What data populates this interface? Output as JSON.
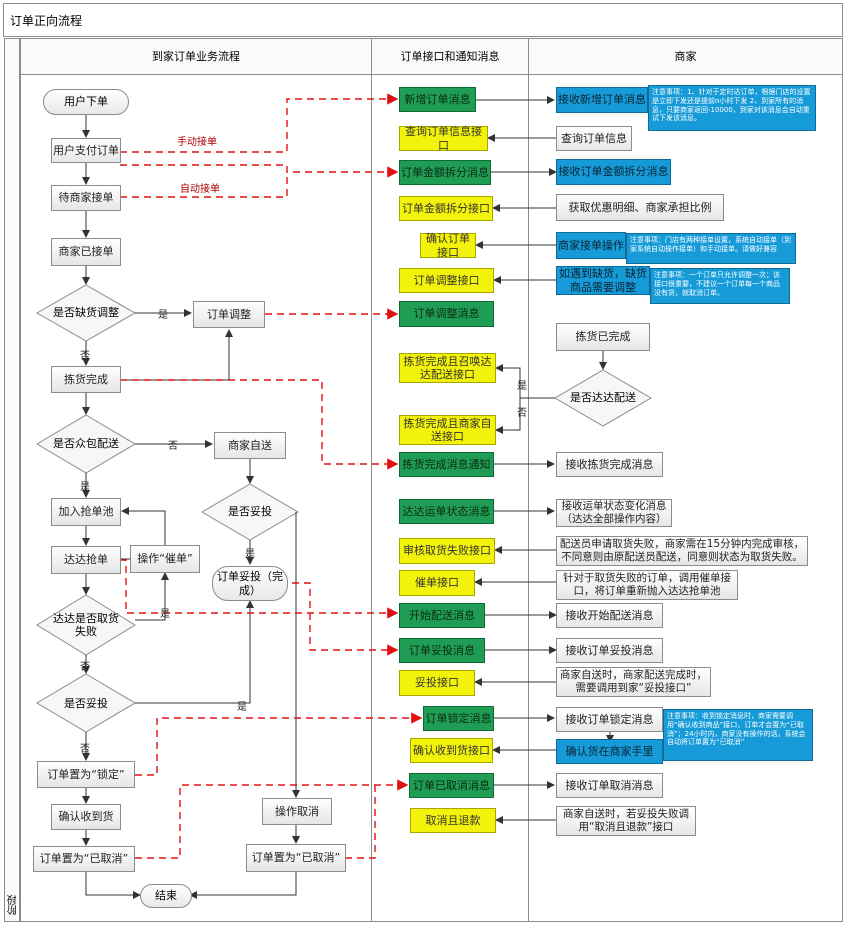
{
  "title": "订单正向流程",
  "phase_label": "阶段",
  "lanes": {
    "left": "到家订单业务流程",
    "middle": "订单接口和通知消息",
    "right": "商家"
  },
  "left": {
    "user_order": "用户下单",
    "user_pay": "用户支付订单",
    "wait_accept": "待商家接单",
    "accepted": "商家已接单",
    "is_shortage": "是否缺货调整",
    "order_adjust": "订单调整",
    "picked": "拣货完成",
    "is_crowd": "是否众包配送",
    "self_delivery": "商家自送",
    "is_delivered_self": "是否妥投",
    "join_pool": "加入抢单池",
    "dada_grab": "达达抢单",
    "urge_op": "操作“催单”",
    "fail_pick": "达达是否取货失败",
    "delivered_done": "订单妥投（完成）",
    "is_delivered": "是否妥投",
    "set_locked": "订单置为“锁定”",
    "confirm_received": "确认收到货",
    "set_cancel_left": "订单置为“已取消”",
    "op_cancel": "操作取消",
    "set_cancel_mid": "订单置为“已取消”",
    "end": "结束"
  },
  "middle": {
    "new_order_msg": "新增订单消息",
    "query_order_api": "查询订单信息接口",
    "split_msg": "订单金额拆分消息",
    "split_api": "订单金额拆分接口",
    "confirm_api": "确认订单接口",
    "adjust_api": "订单调整接口",
    "adjust_msg": "订单调整消息",
    "pick_call_api": "拣货完成且召唤达达配送接口",
    "pick_self_api": "拣货完成且商家自送接口",
    "pick_done_msg": "拣货完成消息通知",
    "waybill_msg": "达达运单状态消息",
    "review_fail_api": "审核取货失败接口",
    "urge_api": "催单接口",
    "start_delivery_msg": "开始配送消息",
    "delivered_msg": "订单妥投消息",
    "delivered_api": "妥投接口",
    "lock_msg": "订单锁定消息",
    "confirm_goods_api": "确认收到货接口",
    "cancel_msg": "订单已取消消息",
    "cancel_refund": "取消且退款"
  },
  "right": {
    "recv_new": "接收新增订单消息",
    "query_info": "查询订单信息",
    "recv_split": "接收订单金额拆分消息",
    "get_discount": "获取优惠明细、商家承担比例",
    "accept_op": "商家接单操作",
    "if_shortage": "如遇到缺货，缺货商品需要调整",
    "pick_done": "拣货已完成",
    "is_dada": "是否达达配送",
    "recv_pick": "接收拣货完成消息",
    "recv_waybill": "接收运单状态变化消息（达达全部操作内容）",
    "review_text": "配送员申请取货失败，商家需在15分钟内完成审核，不同意则由原配送员配送，同意则状态为取货失败。",
    "urge_text": "针对于取货失败的订单，调用催单接口，将订单重新抛入达达抢单池",
    "recv_start": "接收开始配送消息",
    "recv_delivered": "接收订单妥投消息",
    "self_delivered_text": "商家自送时，商家配送完成时，需要调用到家“妥投接口”",
    "recv_lock": "接收订单锁定消息",
    "confirm_goods": "确认货在商家手里",
    "recv_cancel": "接收订单取消消息",
    "cancel_text": "商家自送时，若妥投失败调用“取消且退款”接口"
  },
  "notes": {
    "n1": "注意事项：1、针对于定时达订单，根据门店的设置是立即下发还是提前n小时下发 2、到家所有的消息，只要商家返回-10000，到家对该消息会自动重试下发该消息。",
    "n2": "注意事项：门店有两种接单设置，系统自动接单（到家系统自动操作接单）和手动接单。请做好兼容",
    "n3": "注意事项：一个订单只允许调整一次；该接口很重要，不建议一个订单每一个商品没有货，就取消订单。",
    "n4": "注意事项：收到锁定消息时，商家需要调用“确认收到商品”接口，订单才会置为“已取消”；24小时内，商家没有操作的话，系统会自动将订单置为“已取消”"
  },
  "labels": {
    "manual_accept": "手动接单",
    "auto_accept": "自动接单",
    "yes": "是",
    "no": "否"
  },
  "colors": {
    "green": "#1f9d55",
    "yellow": "#f2f20a",
    "blue": "#169bd8",
    "red_dash": "#e01010"
  }
}
